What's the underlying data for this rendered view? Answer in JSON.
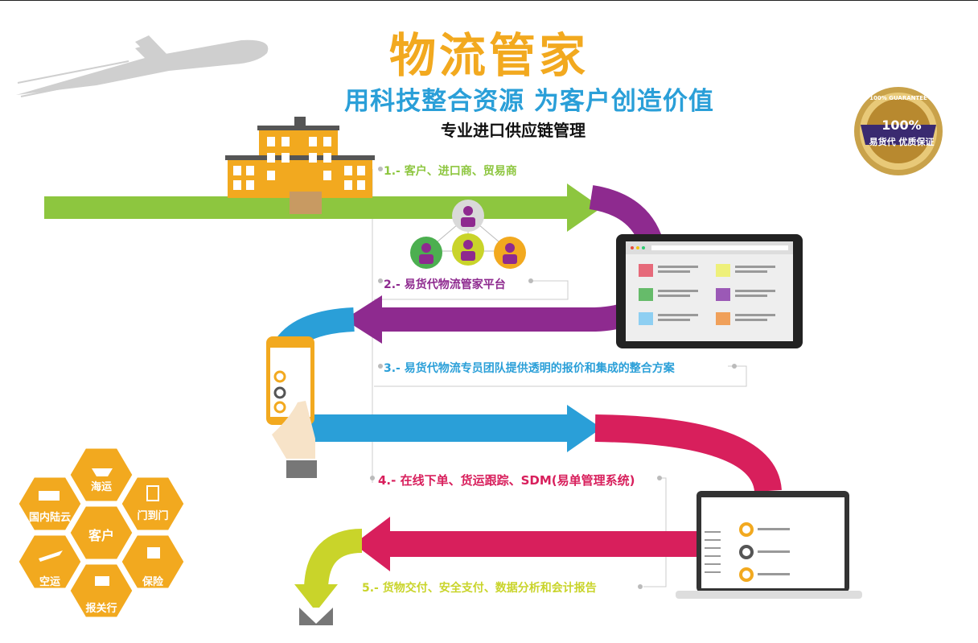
{
  "header": {
    "title": "物流管家",
    "subtitle": "用科技整合资源  为客户创造价值",
    "subtitle2": "专业进口供应链管理"
  },
  "steps": [
    "1.- 客户、进口商、贸易商",
    "2.- 易货代物流管家平台",
    "3.- 易货代物流专员团队提供透明的报价和集成的整合方案",
    "4.- 在线下单、货运跟踪、SDM(易单管理系统)",
    "5.- 货物交付、安全支付、数据分析和会计报告"
  ],
  "badge": {
    "percent": "100%",
    "text": "易货代 优质保证",
    "ring": "100% GUARANTEE"
  },
  "services": {
    "center": "客户",
    "items": [
      "海运",
      "门到门",
      "保险",
      "报关行",
      "空运",
      "国内陆云"
    ]
  },
  "colors": {
    "green": "#8dc63f",
    "purple": "#8e2a8f",
    "blue": "#2a9fd8",
    "pink": "#d81f5c",
    "lime": "#c9d42a",
    "orange": "#f2a91f"
  }
}
